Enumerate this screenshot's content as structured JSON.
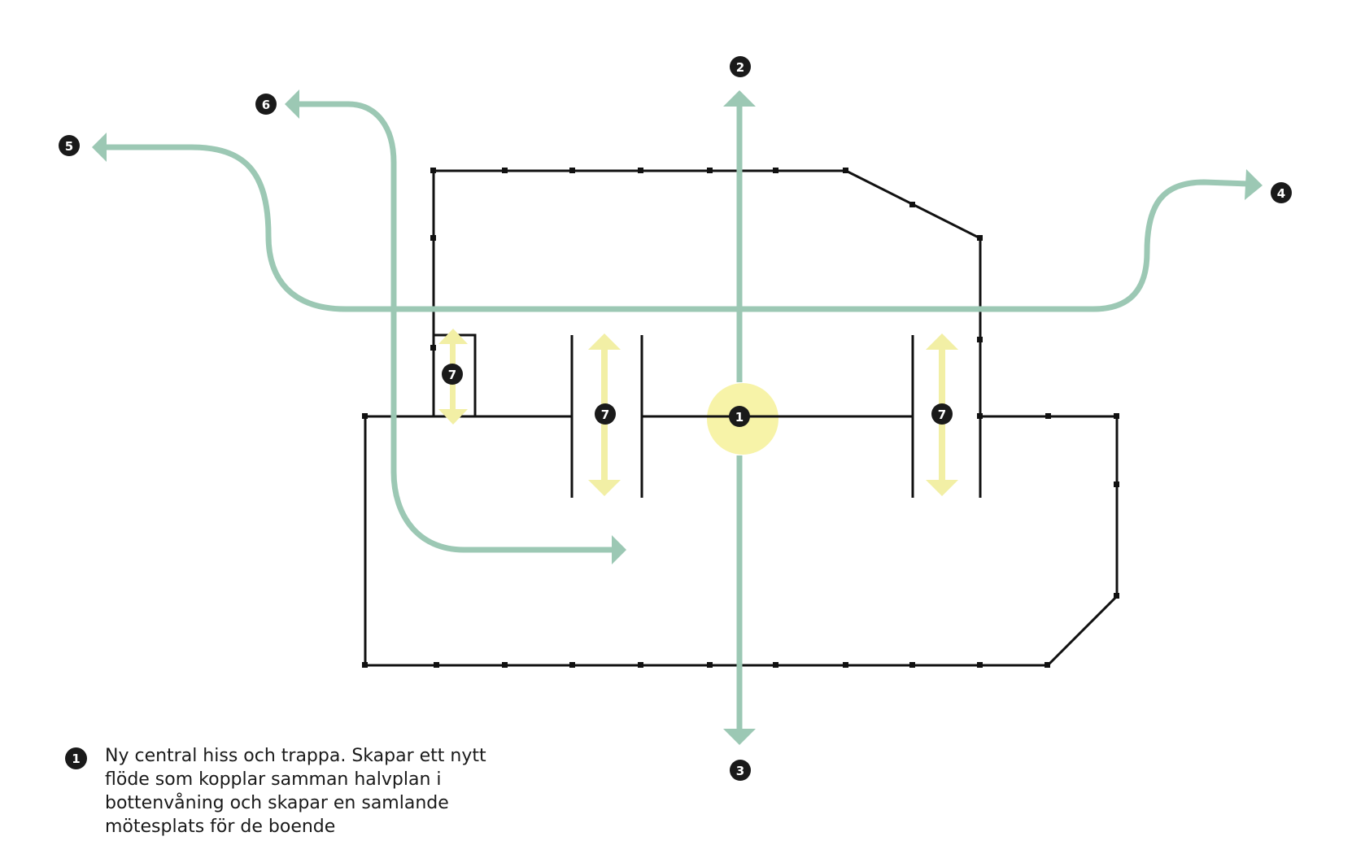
{
  "colors": {
    "flow_green": "#9cc8b4",
    "core_yellow": "#f7f3a8",
    "stair_yellow": "#f2efa5",
    "outline": "#111111",
    "badge": "#1a1a1a"
  },
  "markers": {
    "core": "1",
    "north": "2",
    "south": "3",
    "east": "4",
    "west": "5",
    "northwest": "6",
    "stair_left": "7",
    "stair_middle": "7",
    "stair_right": "7"
  },
  "legend": {
    "number": "1",
    "text": "Ny central hiss och trappa. Skapar ett nytt flöde som kopplar samman halvplan i bottenvåning och skapar en samlande mötesplats för de boende"
  }
}
